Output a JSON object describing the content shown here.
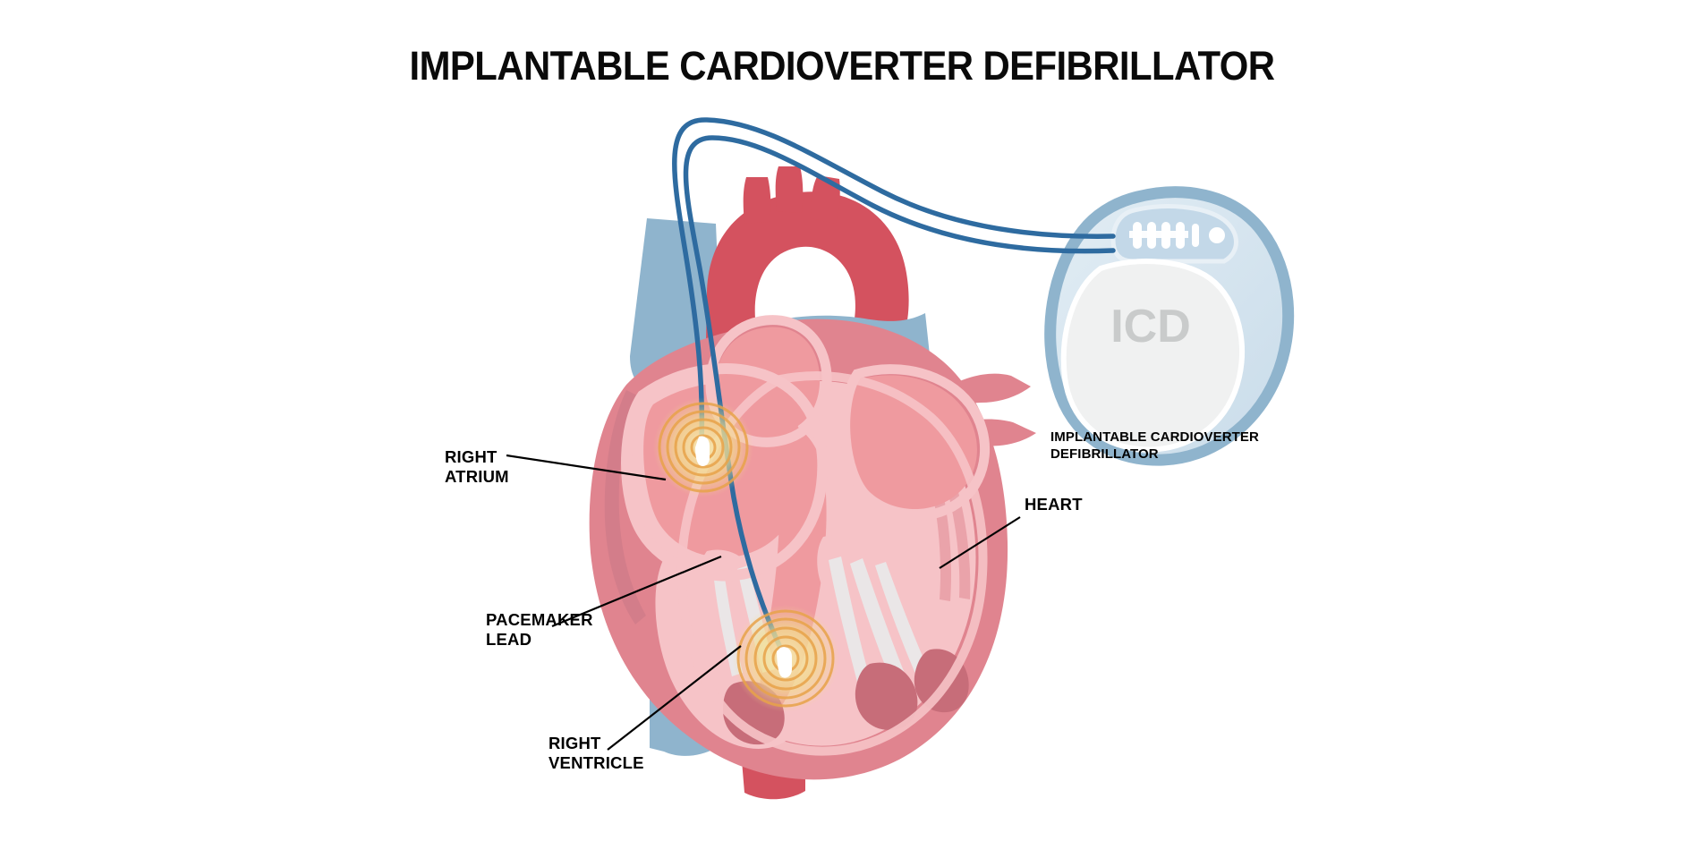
{
  "figure": {
    "title": "IMPLANTABLE CARDIOVERTER DEFIBRILLATOR",
    "background_color": "#ffffff",
    "subject": "medical illustration of an implantable cardioverter defibrillator connected to a cross-sectioned human heart"
  },
  "device": {
    "face_text": "ICD",
    "caption": "IMPLANTABLE CARDIOVERTER\nDEFIBRILLATOR",
    "shell_outline_color": "#8fb4cd",
    "shell_fill_color": "#d6e4ee",
    "body_face_color": "#f0f1f1",
    "face_text_color": "#c9cbcb",
    "header_fill_color": "#c3d8e8",
    "connector_color": "#ffffff"
  },
  "leads": {
    "wire_color": "#2e6ba0",
    "electrode_tip_color": "#ffffff",
    "electrode_ring_color": "#e8a34a",
    "electrode_glow_color": "#f2dc8e"
  },
  "anatomy": {
    "aorta_color": "#d4525f",
    "vena_cava_color": "#8fb4cd",
    "myocardium_color": "#e0848f",
    "chamber_color": "#f6c3c7",
    "endocardium_color": "#ef9a9f",
    "papillary_color": "#c76d79",
    "chordae_color": "#e9eaea"
  },
  "labels": [
    {
      "id": "right-atrium",
      "text": "RIGHT\nATRIUM",
      "color": "#000000"
    },
    {
      "id": "pacemaker-lead",
      "text": "PACEMAKER\nLEAD",
      "color": "#000000"
    },
    {
      "id": "right-ventricle",
      "text": "RIGHT\nVENTRICLE",
      "color": "#000000"
    },
    {
      "id": "heart",
      "text": "HEART",
      "color": "#000000"
    }
  ],
  "leader_lines": {
    "color": "#000000",
    "width": 2.2
  }
}
